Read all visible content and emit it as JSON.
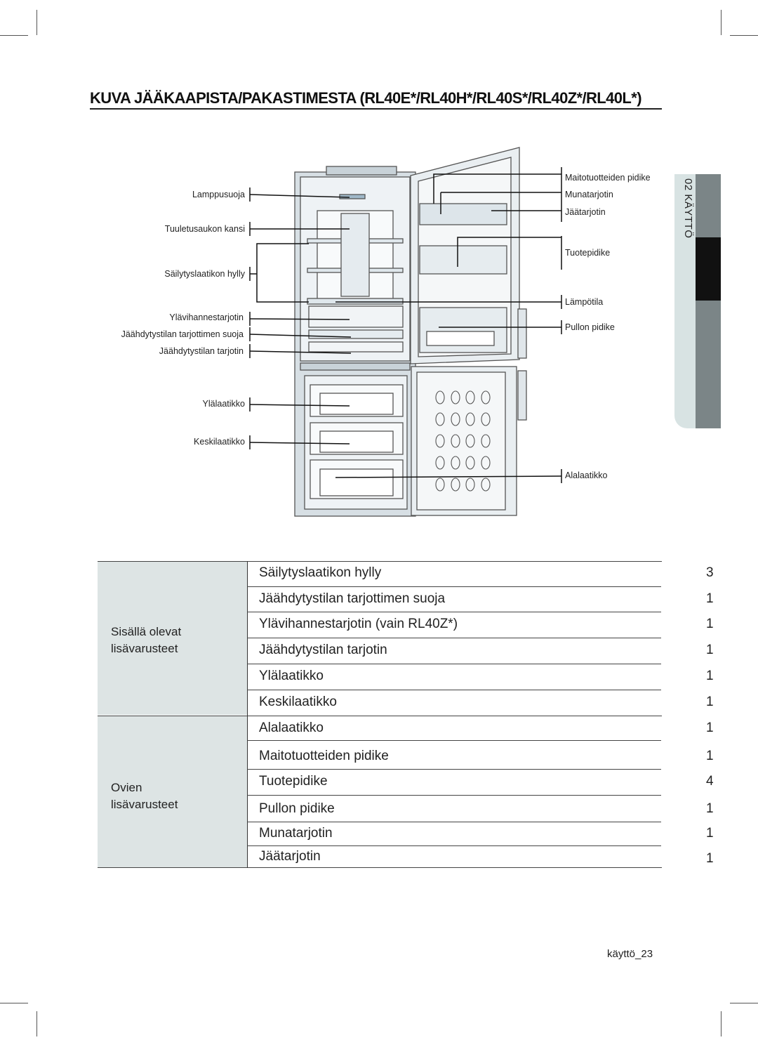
{
  "title": "KUVA JÄÄKAAPISTA/PAKASTIMESTA (RL40E*/RL40H*/RL40S*/RL40Z*/RL40L*)",
  "side_tab": "02 KÄYTTÖ",
  "left_labels": [
    "Lamppusuoja",
    "Tuuletusaukon kansi",
    "Säilytyslaatikon hylly",
    "Ylävihannestarjotin",
    "Jäähdytystilan tarjottimen suoja",
    "Jäähdytystilan tarjotin",
    "Ylälaatikko",
    "Keskilaatikko"
  ],
  "right_labels": [
    "Maitotuotteiden pidike",
    "Munatarjotin",
    "Jäätarjotin",
    "Tuotepidike",
    "Lämpötila",
    "Pullon pidike",
    "Alalaatikko"
  ],
  "table": {
    "group1": {
      "label_line1": "Sisällä olevat",
      "label_line2": "lisävarusteet"
    },
    "group2": {
      "label_line1": "Ovien",
      "label_line2": "lisävarusteet"
    },
    "rows": [
      {
        "item": "Säilytyslaatikon hylly",
        "qty": "3"
      },
      {
        "item": "Jäähdytystilan tarjottimen suoja",
        "qty": "1"
      },
      {
        "item": "Ylävihannestarjotin (vain RL40Z*)",
        "qty": "1"
      },
      {
        "item": "Jäähdytystilan tarjotin",
        "qty": "1"
      },
      {
        "item": "Ylälaatikko",
        "qty": "1"
      },
      {
        "item": "Keskilaatikko",
        "qty": "1"
      },
      {
        "item": "Alalaatikko",
        "qty": "1"
      },
      {
        "item": "Maitotuotteiden pidike",
        "qty": "1"
      },
      {
        "item": "Tuotepidike",
        "qty": "4"
      },
      {
        "item": "Pullon pidike",
        "qty": "1"
      },
      {
        "item": "Munatarjotin",
        "qty": "1"
      },
      {
        "item": "Jäätarjotin",
        "qty": "1"
      }
    ]
  },
  "footer": "käyttö_23",
  "colors": {
    "table_shade": "#dde4e4",
    "tab_dark": "#111111",
    "tab_grey": "#7b8587",
    "tab_light": "#d8e3e3"
  }
}
